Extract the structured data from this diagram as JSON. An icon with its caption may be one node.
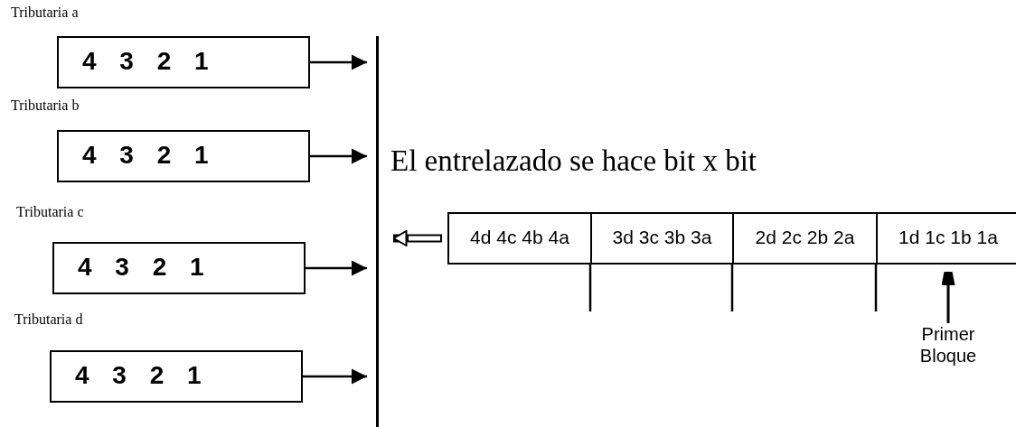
{
  "diagram": {
    "title": "El entrelazado se hace bit x bit",
    "nodes": [
      {
        "text": [
          "Tributaria a",
          "4 3 2 1"
        ]
      },
      {
        "text": [
          "Tributaria b",
          "4 3 2 1"
        ]
      },
      {
        "text": [
          "Tributaria c",
          "4 3 2 1"
        ]
      },
      {
        "text": [
          "Tributaria d",
          "4 3 2 1"
        ]
      },
      {
        "text": [],
        "shape": "bar"
      },
      {
        "text": [
          "4d 4c 4b 4a"
        ]
      },
      {
        "text": [
          "3d 3c 3b 3a"
        ]
      },
      {
        "text": [
          "2d 2c 2b 2a"
        ]
      },
      {
        "text": [
          "1d 1c 1b 1a"
        ]
      },
      {
        "text": [
          "Primer Bloque"
        ]
      }
    ],
    "edges": [
      {
        "from": 0,
        "to": 4,
        "arrow": "to"
      },
      {
        "from": 1,
        "to": 4,
        "arrow": "to"
      },
      {
        "from": 2,
        "to": 4,
        "arrow": "to"
      },
      {
        "from": 3,
        "to": 4,
        "arrow": "to"
      },
      {
        "from": 5,
        "to": 4,
        "arrow": "to",
        "style": "thick"
      },
      {
        "from": 9,
        "to": 8,
        "arrow": "to"
      }
    ]
  }
}
